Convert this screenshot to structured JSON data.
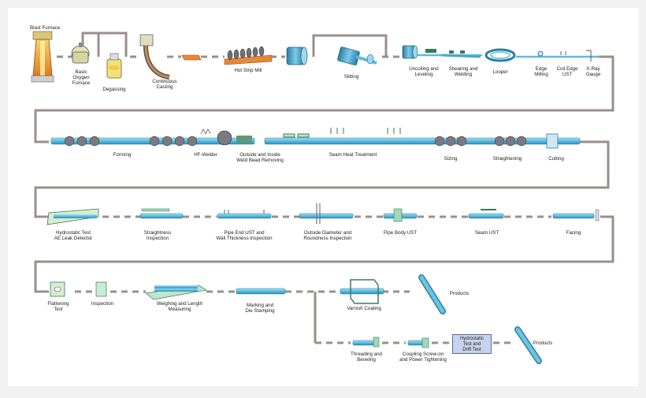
{
  "diagram": {
    "colors": {
      "background": "#f2f2f2",
      "panel": "#ffffff",
      "pipe": "#6cc4e0",
      "pipe_edge": "#2e7fa3",
      "flow_dashed": "#9a8f8a",
      "flow_solid": "#8a8382",
      "label_box": "#c7d3ec"
    },
    "rows": [
      {
        "steps": [
          {
            "id": "blast",
            "label": "Blast Furnace",
            "icon": "blast-furnace-icon"
          },
          {
            "id": "bof",
            "label": "Basic\nOxygen\nFurnace",
            "icon": "converter-icon"
          },
          {
            "id": "degas",
            "label": "Degassing",
            "icon": "degassing-vessel-icon"
          },
          {
            "id": "cast",
            "label": "Continuous\nCasting",
            "icon": "caster-icon"
          },
          {
            "id": "hsm",
            "label": "Hot Strip Mill",
            "icon": "rolling-mill-icon"
          },
          {
            "id": "slit",
            "label": "Slitting",
            "icon": "coil-slitter-icon"
          },
          {
            "id": "uncoil",
            "label": "Uncoiling and\nLeveling",
            "icon": "uncoiler-icon"
          },
          {
            "id": "shear",
            "label": "Shearing and\nWelding",
            "icon": "shear-icon"
          },
          {
            "id": "looper",
            "label": "Looper",
            "icon": "looper-icon"
          },
          {
            "id": "edge",
            "label": "Edge\nMilling",
            "icon": "edge-mill-icon"
          },
          {
            "id": "coilust",
            "label": "Coil Edge\nUST",
            "icon": "ust-probe-icon"
          },
          {
            "id": "xray",
            "label": "X-Ray\nGauge",
            "icon": "xray-icon"
          }
        ]
      },
      {
        "steps": [
          {
            "id": "forming",
            "label": "Forming",
            "icon": "forming-rolls-icon"
          },
          {
            "id": "hfw",
            "label": "HF-Welder",
            "icon": "welder-icon"
          },
          {
            "id": "bead",
            "label": "Outside and Inside\nWeld Bead Removing",
            "icon": "bead-cutter-icon"
          },
          {
            "id": "seamheat",
            "label": "Seam Heat Treatment",
            "icon": "heater-icon"
          },
          {
            "id": "sizing",
            "label": "Sizing",
            "icon": "sizing-rolls-icon"
          },
          {
            "id": "straight",
            "label": "Straightening",
            "icon": "straightener-icon"
          },
          {
            "id": "cutting",
            "label": "Cutting",
            "icon": "saw-icon"
          }
        ]
      },
      {
        "steps": [
          {
            "id": "hydro",
            "label": "Hydrostatic Test\nAE Leak Detector",
            "icon": "hydrotester-icon"
          },
          {
            "id": "straightinsp",
            "label": "Straightness\nInspection",
            "icon": "ruler-icon"
          },
          {
            "id": "pipeend",
            "label": "Pipe End UST and\nWall Thickness Inspection",
            "icon": "ust-probe-icon"
          },
          {
            "id": "odround",
            "label": "Outside  Diameter  and\nRoundness  Inspection",
            "icon": "gauge-plate-icon"
          },
          {
            "id": "bodyust",
            "label": "Pipe Body UST",
            "icon": "ust-unit-icon"
          },
          {
            "id": "seamust",
            "label": "Seam UST",
            "icon": "seam-ust-icon"
          },
          {
            "id": "facing",
            "label": "Facing",
            "icon": "facing-tool-icon"
          }
        ]
      },
      {
        "steps": [
          {
            "id": "flatten",
            "label": "Flattening\nTest",
            "icon": "press-icon"
          },
          {
            "id": "inspection",
            "label": "Inspection",
            "icon": "inspection-icon"
          },
          {
            "id": "weigh",
            "label": "Weighing and Length\nMeasuring",
            "icon": "scale-icon"
          },
          {
            "id": "marking",
            "label": "Marking and\nDie Stamping",
            "icon": "stamp-icon"
          },
          {
            "id": "varnish",
            "label": "Varnish Coating",
            "icon": "coating-booth-icon"
          },
          {
            "id": "products1",
            "label": "Products",
            "icon": "pipe-product-icon"
          }
        ]
      },
      {
        "steps": [
          {
            "id": "thread",
            "label": "Threading and\nBeveling",
            "icon": "lathe-icon"
          },
          {
            "id": "coupling",
            "label": "Coupling Screw-on\nand Power Tightening",
            "icon": "coupling-icon"
          },
          {
            "id": "hydrodrift",
            "label": "Hydrostatic\nTest and\nDrift Test",
            "icon": "label-box-icon"
          },
          {
            "id": "products2",
            "label": "Products",
            "icon": "pipe-product-icon"
          }
        ]
      }
    ]
  }
}
